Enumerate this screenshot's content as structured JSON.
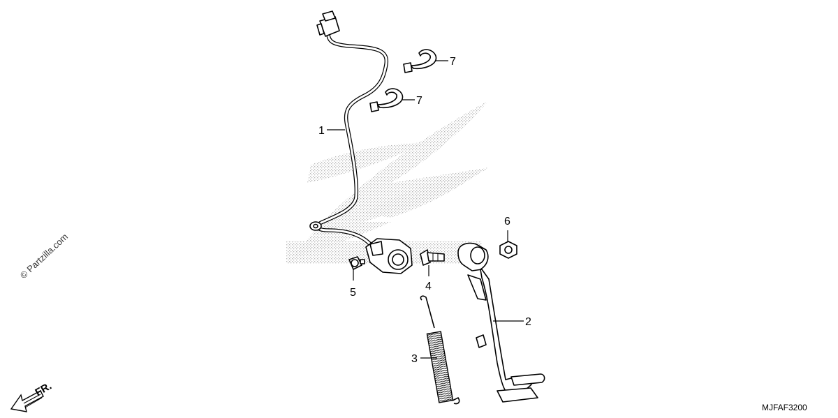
{
  "diagram": {
    "callouts": {
      "wire": "1",
      "stand": "2",
      "spring": "3",
      "pivot_bolt": "4",
      "switch_bolt": "5",
      "nut": "6",
      "clamp_upper": "7",
      "clamp_lower": "7"
    },
    "watermark": "© Partzilla.com",
    "direction_label": "FR.",
    "part_code": "MJFAF3200"
  }
}
